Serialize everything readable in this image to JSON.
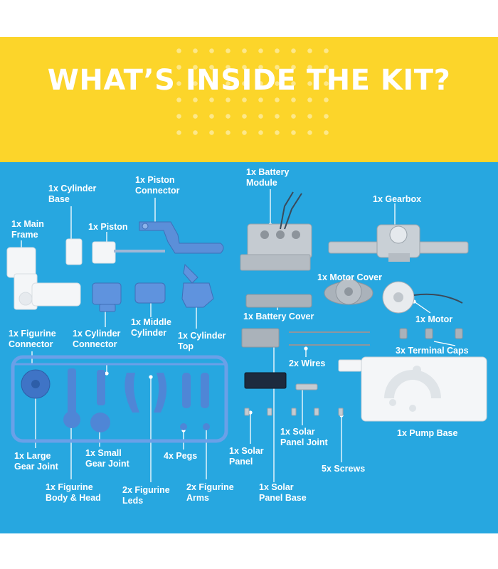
{
  "title": "WHAT’S INSIDE THE KIT?",
  "labels": {
    "main_frame": "1x Main\nFrame",
    "cylinder_base": "1x Cylinder\nBase",
    "piston_connector": "1x Piston\nConnector",
    "piston": "1x Piston",
    "battery_module": "1x Battery\nModule",
    "gearbox": "1x Gearbox",
    "motor_cover": "1x Motor Cover",
    "battery_cover": "1x Battery Cover",
    "motor": "1x Motor",
    "middle_cylinder": "1x Middle\nCylinder",
    "figurine_connector": "1x Figurine\nConnector",
    "cylinder_connector": "1x Cylinder\nConnector",
    "cylinder_top": "1x Cylinder\nTop",
    "terminal_caps": "3x Terminal Caps",
    "wires": "2x Wires",
    "large_gear_joint": "1x Large\nGear Joint",
    "small_gear_joint": "1x Small\nGear Joint",
    "pegs": "4x Pegs",
    "solar_panel": "1x Solar\nPanel",
    "solar_panel_joint": "1x Solar\nPanel Joint",
    "pump_base": "1x Pump Base",
    "screws": "5x Screws",
    "figurine_body_head": "1x Figurine\nBody & Head",
    "figurine_legs": "2x Figurine\nLeds",
    "figurine_arms": "2x Figurine\nArms",
    "solar_panel_base": "1x Solar\nPanel Base"
  },
  "colors": {
    "banner_yellow": "#fcd52a",
    "background_blue": "#27a7e0",
    "part_blue": "#4f86d6",
    "part_white": "#f4f6f8",
    "part_grey": "#b9c0c7"
  }
}
